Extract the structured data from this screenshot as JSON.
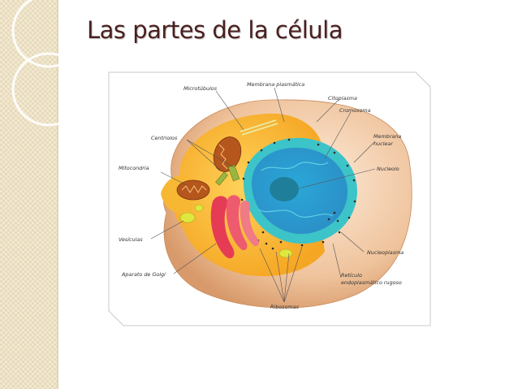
{
  "slide": {
    "title": "Las partes de la célula"
  },
  "labels": {
    "microtubulos": "Microtúbulos",
    "membrana_plasmatica": "Membrana plasmática",
    "citoplasma": "Citoplasma",
    "cromosoma": "Cromosoma",
    "centriolos": "Centriolos",
    "membrana_nuclear_1": "Membrana",
    "membrana_nuclear_2": "nuclear",
    "mitocondria": "Mitocondria",
    "nucleolo": "Nucleolo",
    "vesiculas": "Vesículas",
    "nucleoplasma": "Nucleoplasma",
    "aparato_golgi": "Aparato de Golgi",
    "reticulo_1": "Retículo",
    "reticulo_2": "endoplasmático rugoso",
    "ribosomas": "Ribosomas"
  },
  "colors": {
    "cytoplasm": "#f5a623",
    "membrane": "#d89a6a",
    "nucleus": "#3cc4c8",
    "nucleolus": "#1f7f9a",
    "golgi": "#e53b54",
    "mitochondria": "#b5561c",
    "title": "#4a1f1f"
  }
}
